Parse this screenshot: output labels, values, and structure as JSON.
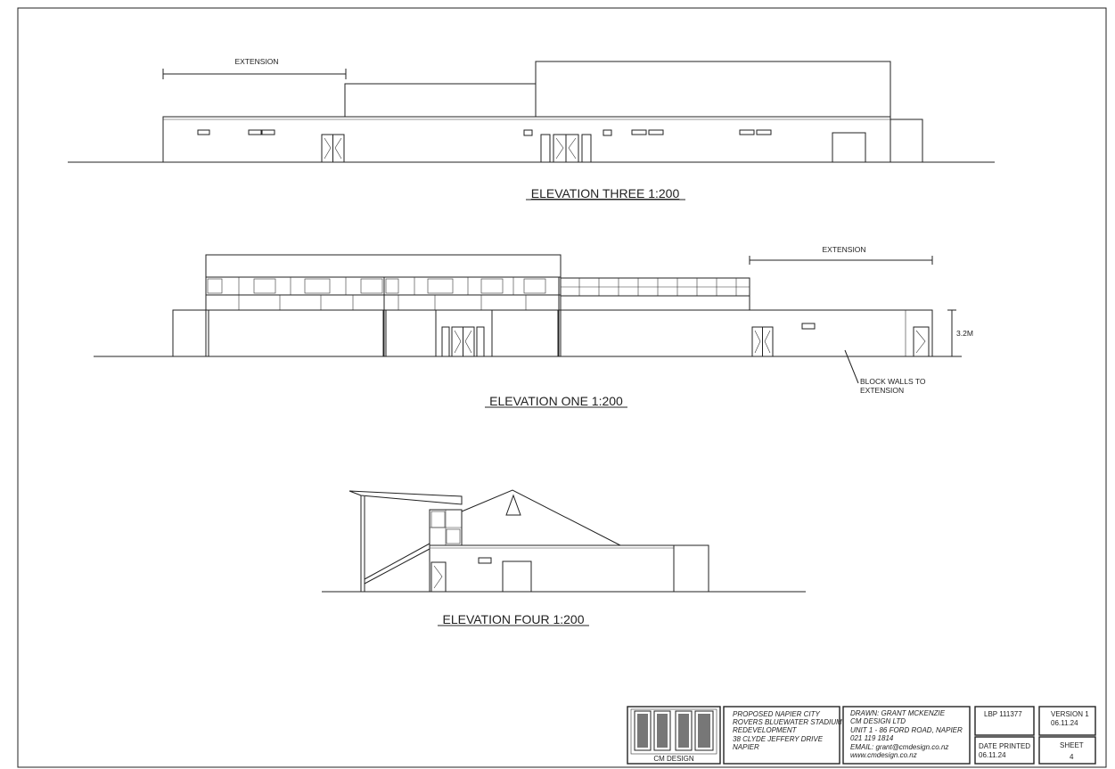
{
  "elevations": {
    "three": {
      "title": "ELEVATION THREE 1:200",
      "extension_label": "EXTENSION"
    },
    "one": {
      "title": "ELEVATION ONE 1:200",
      "extension_label": "EXTENSION",
      "height_dim": "3.2M",
      "note_line1": "BLOCK WALLS TO",
      "note_line2": "EXTENSION"
    },
    "four": {
      "title": "ELEVATION FOUR 1:200"
    }
  },
  "title_block": {
    "logo_text": "CM DESIGN",
    "project": [
      "PROPOSED NAPIER CITY",
      "ROVERS BLUEWATER STADIUM",
      "REDEVELOPMENT",
      "38 CLYDE JEFFERY DRIVE",
      "NAPIER"
    ],
    "drawn": [
      "DRAWN: GRANT MCKENZIE",
      "CM DESIGN LTD",
      "UNIT 1 - 86 FORD ROAD, NAPIER",
      "021 119 1814",
      "EMAIL: grant@cmdesign.co.nz",
      "www.cmdesign.co.nz"
    ],
    "lbp": "LBP 111377",
    "date_printed_label": "DATE PRINTED",
    "date_printed": "06.11.24",
    "version_label": "VERSION 1",
    "version_date": "06.11.24",
    "sheet_label": "SHEET",
    "sheet_number": "4"
  }
}
